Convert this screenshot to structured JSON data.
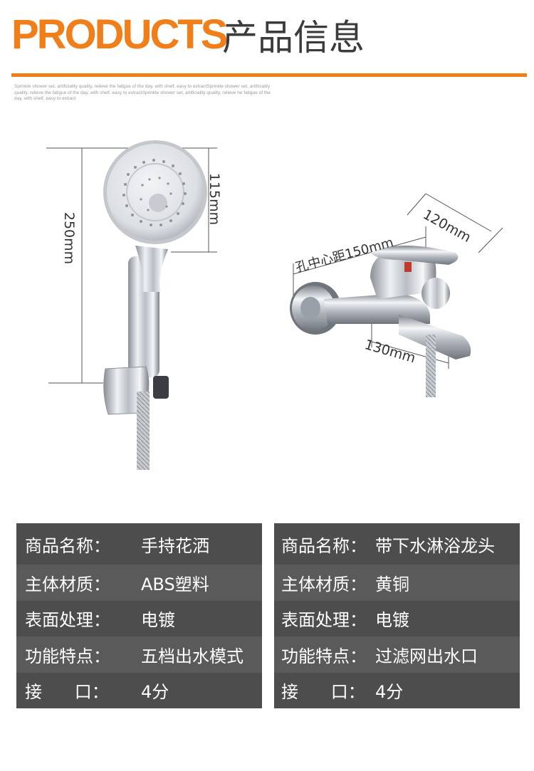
{
  "header": {
    "title_en": "PRODUCTS",
    "title_cn": "产品信息",
    "subtext": "Sprinkle shower set, artificiality quality, relieve the fatigue of the day, with shelf, easy to extractSprinkle shower set, artificiality quality, relieve the fatigue of the day, with shelf, easy to extractSprinkle shower set, artificiality quality, relieve he fatigue of the day, with shelf, easy to extract",
    "accent_color": "#f07f1a"
  },
  "shower_head": {
    "total_length": "250mm",
    "head_length": "115mm"
  },
  "faucet": {
    "width": "120mm",
    "hole_center": "孔中心距150mm",
    "depth": "130mm"
  },
  "tables": {
    "left": [
      {
        "label": "商品名称：",
        "value": "手持花洒"
      },
      {
        "label": "主体材质：",
        "value": "ABS塑料"
      },
      {
        "label": "表面处理：",
        "value": "电镀"
      },
      {
        "label": "功能特点：",
        "value": "五档出水模式"
      },
      {
        "label": "接      口：",
        "value": "4分"
      }
    ],
    "right": [
      {
        "label": "商品名称：",
        "value": "带下水淋浴龙头"
      },
      {
        "label": "主体材质：",
        "value": "黄铜"
      },
      {
        "label": "表面处理：",
        "value": "电镀"
      },
      {
        "label": "功能特点：",
        "value": "过滤网出水口"
      },
      {
        "label": "接      口：",
        "value": "4分"
      }
    ]
  }
}
